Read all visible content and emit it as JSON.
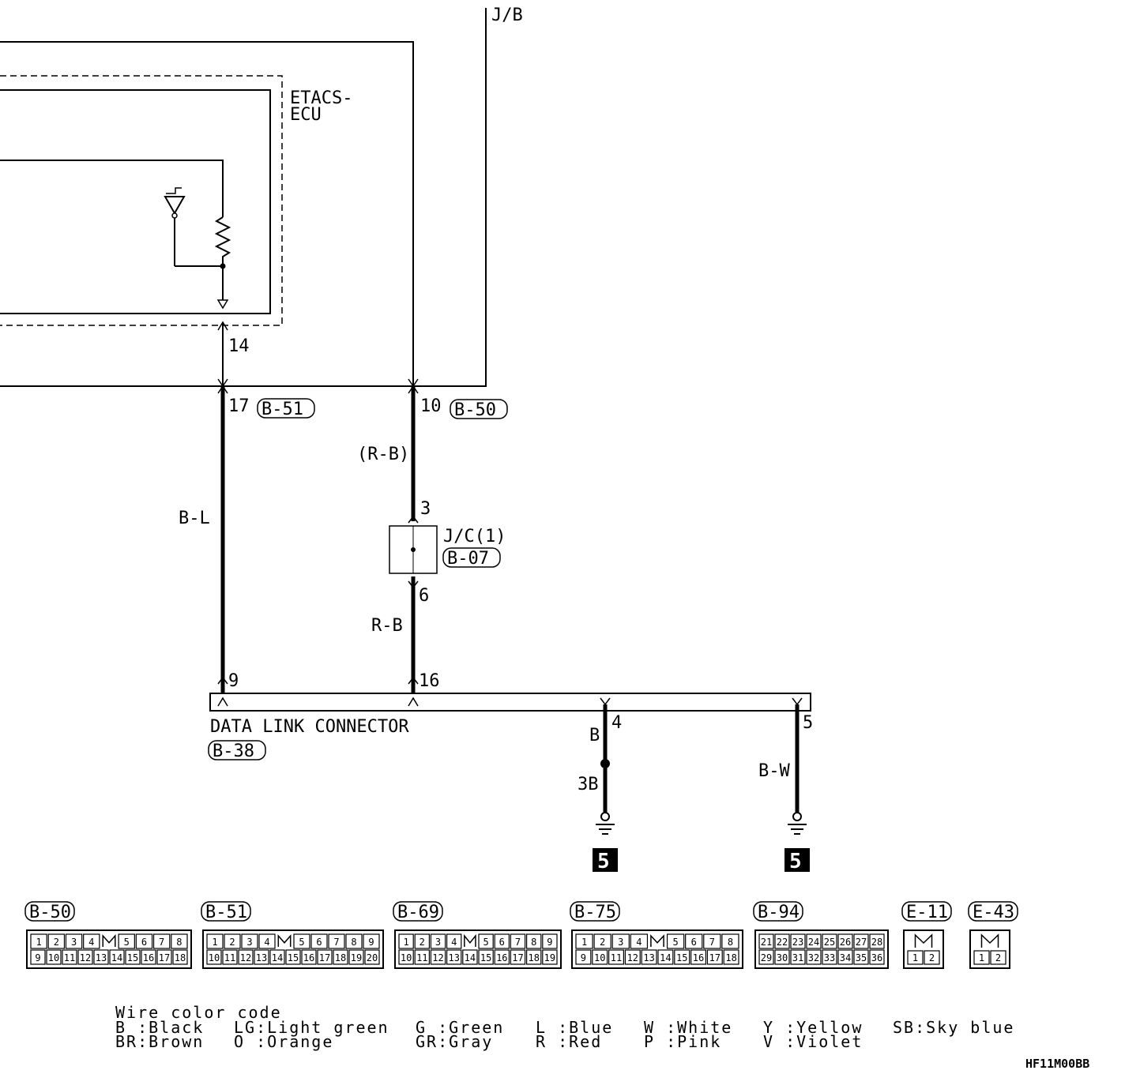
{
  "labels": {
    "jb": "J/B",
    "etacs_line1": "ETACS-",
    "etacs_line2": "ECU",
    "pin_14": "14",
    "pin_17": "17",
    "conn_b51": "B-51",
    "pin_10": "10",
    "conn_b50": "B-50",
    "wire_rb_paren": "(R-B)",
    "wire_bl": "B-L",
    "pin_3": "3",
    "jc_name": "J/C(1)",
    "conn_b07": "B-07",
    "pin_6": "6",
    "wire_rb": "R-B",
    "pin_9": "9",
    "pin_16": "16",
    "dlc_name": "DATA LINK CONNECTOR",
    "conn_b38": "B-38",
    "pin_4": "4",
    "wire_b": "B",
    "wire_3b": "3B",
    "pin_5": "5",
    "wire_bw": "B-W",
    "ground_ref_1": "5",
    "ground_ref_2": "5"
  },
  "connectors": [
    {
      "id": "B-50",
      "top": [
        "1",
        "2",
        "3",
        "4",
        "",
        "5",
        "6",
        "7",
        "8"
      ],
      "bottom": [
        "9",
        "10",
        "11",
        "12",
        "13",
        "14",
        "15",
        "16",
        "17",
        "18"
      ]
    },
    {
      "id": "B-51",
      "top": [
        "1",
        "2",
        "3",
        "4",
        "",
        "5",
        "6",
        "7",
        "8",
        "9"
      ],
      "bottom": [
        "10",
        "11",
        "12",
        "13",
        "14",
        "15",
        "16",
        "17",
        "18",
        "19",
        "20"
      ]
    },
    {
      "id": "B-69",
      "top": [
        "1",
        "2",
        "3",
        "4",
        "",
        "5",
        "6",
        "7",
        "8",
        "9"
      ],
      "bottom": [
        "10",
        "11",
        "12",
        "13",
        "14",
        "15",
        "16",
        "17",
        "18",
        "19"
      ]
    },
    {
      "id": "B-75",
      "top": [
        "1",
        "2",
        "3",
        "4",
        "",
        "5",
        "6",
        "7",
        "8"
      ],
      "bottom": [
        "9",
        "10",
        "11",
        "12",
        "13",
        "14",
        "15",
        "16",
        "17",
        "18"
      ]
    },
    {
      "id": "B-94",
      "top": [
        "21",
        "22",
        "23",
        "24",
        "25",
        "26",
        "27",
        "28"
      ],
      "bottom": [
        "29",
        "30",
        "31",
        "32",
        "33",
        "34",
        "35",
        "36"
      ]
    },
    {
      "id": "E-11",
      "top": [
        ""
      ],
      "bottom": [
        "1",
        "2"
      ]
    },
    {
      "id": "E-43",
      "top": [
        ""
      ],
      "bottom": [
        "1",
        "2"
      ]
    }
  ],
  "wire_color_code": {
    "title": "Wire color code",
    "row1": [
      "B :Black",
      "LG:Light green",
      "G :Green",
      "L :Blue",
      "W :White",
      "Y :Yellow",
      "SB:Sky blue"
    ],
    "row2": [
      "BR:Brown",
      "O :Orange",
      "GR:Gray",
      "R :Red",
      "P :Pink",
      "V :Violet"
    ]
  },
  "figure_code": "HF11M00BB"
}
